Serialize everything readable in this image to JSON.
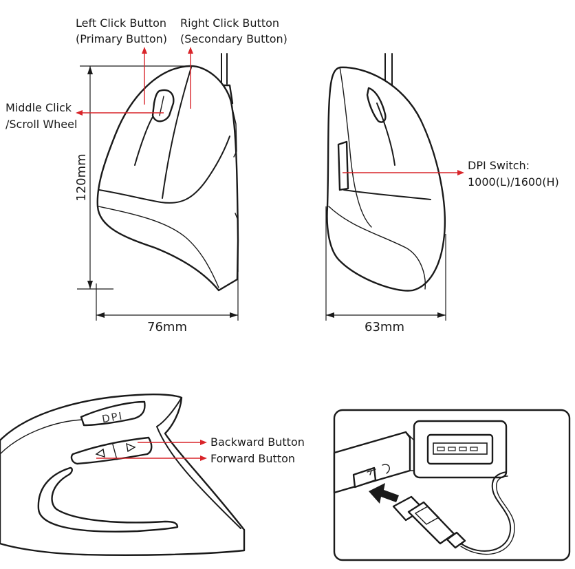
{
  "labels": {
    "left_click_line1": "Left Click Button",
    "left_click_line2": "(Primary Button)",
    "right_click_line1": "Right Click Button",
    "right_click_line2": "(Secondary Button)",
    "middle_click_line1": "Middle Click",
    "middle_click_line2": "/Scroll Wheel",
    "dpi_switch_line1": "DPI Switch:",
    "dpi_switch_line2": "1000(L)/1600(H)",
    "backward_button": "Backward Button",
    "forward_button": "Forward Button",
    "dpi_button_text": "DPI"
  },
  "dimensions": {
    "height": "120mm",
    "front_width": "76mm",
    "side_width": "63mm"
  },
  "colors": {
    "callout": "#d9252a",
    "line": "#1a1a1a"
  }
}
